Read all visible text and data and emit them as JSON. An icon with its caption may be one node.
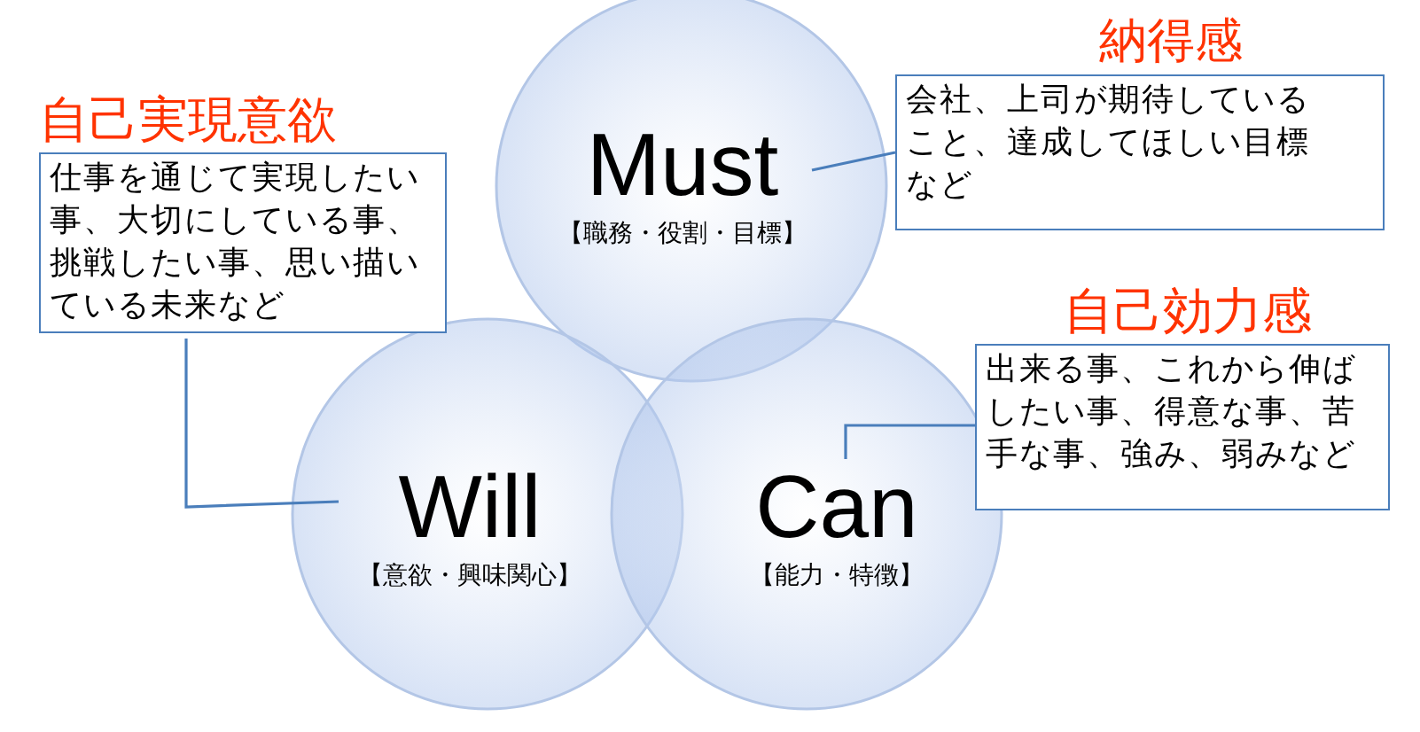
{
  "diagram": {
    "nodes": [
      {
        "text": [
          "Must",
          "【職務・役割・目標】"
        ]
      },
      {
        "text": [
          "Will",
          "【意欲・興味関心】"
        ]
      },
      {
        "text": [
          "Can",
          "【能力・特徴】"
        ]
      },
      {
        "text": [
          "納得感",
          "会社、上司が期待していること、達成してほしい目標など"
        ]
      },
      {
        "text": [
          "自己実現意欲",
          "仕事を通じて実現したい事、大切にしている事、挑戦したい事、思い描いている未来など"
        ]
      },
      {
        "text": [
          "自己効力感",
          "出来る事、これから伸ばしたい事、得意な事、苦手な事、強み、弱みなど"
        ]
      }
    ],
    "edges": [
      {
        "from": 3,
        "to": 0,
        "arrow": "none"
      },
      {
        "from": 4,
        "to": 1,
        "arrow": "none"
      },
      {
        "from": 5,
        "to": 2,
        "arrow": "none"
      }
    ]
  }
}
